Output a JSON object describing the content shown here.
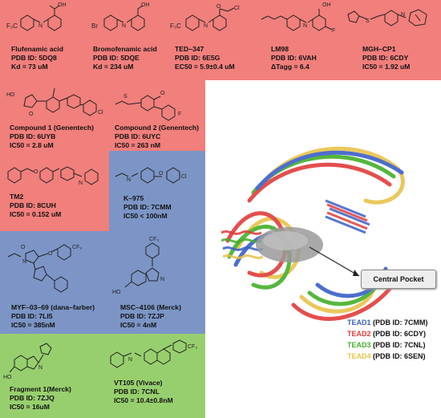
{
  "cards": [
    {
      "id": "flufenamic",
      "lines": [
        "Flufenamic acid",
        "PDB ID: 5DQ8",
        "Kd = 73 uM"
      ]
    },
    {
      "id": "bromofenamic",
      "lines": [
        "Bromofenamic acid",
        "PDB ID: 5DQE",
        "Kd = 234 uM"
      ]
    },
    {
      "id": "ted347",
      "lines": [
        "TED–347",
        "PDB ID: 6E5G",
        "EC50 = 5.9±0.4 uM"
      ]
    },
    {
      "id": "lm98",
      "lines": [
        "LM98",
        "PDB ID: 6VAH",
        "ΔTagg = 6.4"
      ]
    },
    {
      "id": "mghcp1",
      "lines": [
        "MGH–CP1",
        "PDB ID: 6CDY",
        "IC50 = 1.92 uM"
      ]
    },
    {
      "id": "compound1",
      "lines": [
        "Compound 1 (Genentech)",
        "PDB ID: 6UYB",
        "IC50 = 2.8 uM"
      ]
    },
    {
      "id": "compound2",
      "lines": [
        "Compound 2 (Genentech)",
        "PDB ID: 6UYC",
        "IC50 = 263 nM"
      ]
    },
    {
      "id": "tm2",
      "lines": [
        "TM2",
        "PDB ID: 8CUH",
        "IC50 = 0.152 uM"
      ]
    },
    {
      "id": "k975",
      "lines": [
        "K–975",
        "PDB ID: 7CMM",
        "IC50 < 100nM"
      ]
    },
    {
      "id": "myf0369",
      "lines": [
        "MYF–03–69 (dana–farber)",
        "PDB ID: 7LI5",
        "IC50 = 385nM"
      ]
    },
    {
      "id": "msc4106",
      "lines": [
        "MSC–4106 (Merck)",
        "PDB ID: 7ZJP",
        "IC50 = 4nM"
      ]
    },
    {
      "id": "fragment1",
      "lines": [
        "Fragment 1(Merck)",
        "PDB ID: 7ZJQ",
        "IC50 = 16uM"
      ]
    },
    {
      "id": "vt105",
      "lines": [
        "VT105 (Vivace)",
        "PDB ID: 7CNL",
        "IC50 = 10.4±0.8nM"
      ]
    }
  ],
  "atoms": {
    "cf3": "F₃C",
    "cf3b": "CF₃",
    "br": "Br",
    "cl": "Cl",
    "f": "F",
    "o": "O",
    "oh": "OH",
    "ho": "HO",
    "nh": "N",
    "h": "H",
    "n": "N",
    "s": "S"
  },
  "callout": "Central Pocket",
  "legend": [
    {
      "name": "TEAD1",
      "pdb": " (PDB ID: 7CMM)",
      "color": "#3a5fc9"
    },
    {
      "name": "TEAD2",
      "pdb": " (PDB ID: 6CDY)",
      "color": "#e23b3b"
    },
    {
      "name": "TEAD3",
      "pdb": " (PDB ID: 7CNL)",
      "color": "#43b02a"
    },
    {
      "name": "TEAD4",
      "pdb": " (PDB ID: 6SEN)",
      "color": "#e8c34a"
    }
  ],
  "colors": {
    "red": "#f17f7c",
    "blue": "#7c95c6",
    "green": "#98cf6e"
  }
}
